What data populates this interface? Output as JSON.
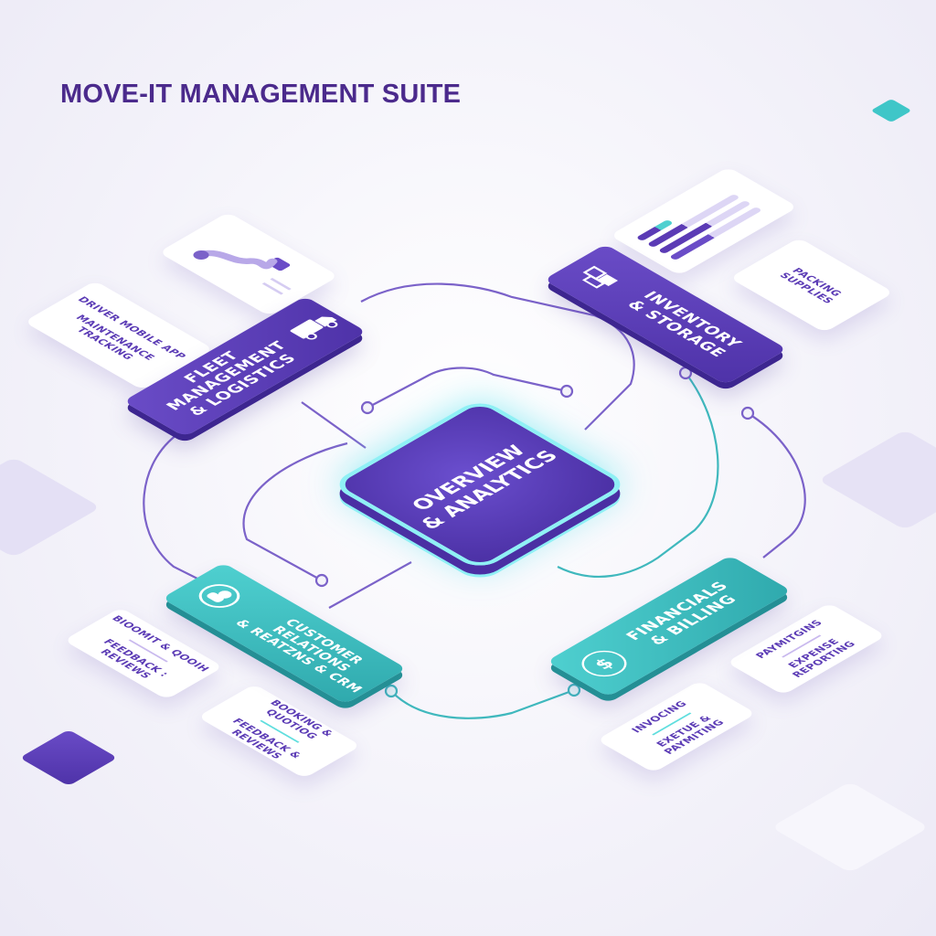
{
  "title": "MOVE-IT MANAGEMENT SUITE",
  "center": {
    "line1": "OVERVIEW",
    "line2": "& ANALYTICS"
  },
  "modules": {
    "fleet": {
      "line1": "FLEET",
      "line2": "MANAGEMENT",
      "line3": "& LOGISTICS",
      "icon": "truck-icon",
      "items": [
        "DRIVER MOBILE APP",
        "MAINTENANCE TRACKING"
      ]
    },
    "inventory": {
      "line1": "INVENTORY",
      "line2": "& STORAGE",
      "icon": "boxes-icon",
      "items": [
        "PACKING SUPPLIES"
      ]
    },
    "customer": {
      "line1": "CUSTOMER RELATIONS",
      "line2": "& REATZNS & CRM",
      "icon": "user-icon",
      "card1": [
        "BIOOMIT & QOOIH",
        "FEEDBACK : REVIEWS"
      ],
      "card2": [
        "BOOKING & QUOTIOG",
        "FEEDBACK & REVIEWS"
      ]
    },
    "financials": {
      "line1": "FINANCIALS",
      "line2": "& BILLING",
      "icon": "dollar-icon",
      "card1": [
        "PAYMITGINS",
        "EXPENSE REPORTING"
      ],
      "card2": [
        "INVOCING",
        "EXETUE & PAYMITING"
      ]
    }
  },
  "colors": {
    "purple": "#5b3bb5",
    "teal": "#3cbcc0",
    "title": "#4b2a8c",
    "glow": "#8ff0f5"
  }
}
